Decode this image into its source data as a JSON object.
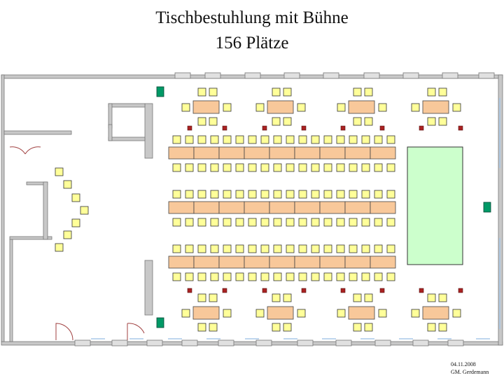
{
  "title_line1": "Tischbestuhlung mit Bühne",
  "title_line2": "156 Plätze",
  "footer_date": "04.11.2008",
  "footer_author": "GM. Gerdemann",
  "colors": {
    "wall": "#c8c8c8",
    "wall_edge": "#777777",
    "window": "#a8c8e8",
    "chair": "#ffff99",
    "chair_edge": "#333333",
    "table": "#f8c89a",
    "table_edge": "#444444",
    "stage": "#ccffcc",
    "stage_edge": "#333333",
    "marker": "#aa2222",
    "exit_sign": "#009966"
  },
  "legend_icons": [
    "chair-icon",
    "table-icon",
    "stage-icon",
    "exit-sign-icon",
    "pillar-marker-icon",
    "door-icon"
  ]
}
